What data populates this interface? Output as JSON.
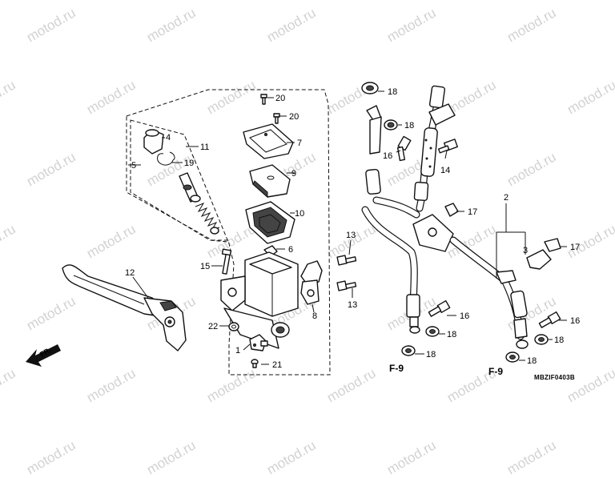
{
  "watermark": "motod.ru",
  "diagram_code": "MBZIF0403B",
  "direction_arrow": "FR.",
  "section_refs": [
    "F-9",
    "F-9"
  ],
  "callouts": {
    "c1": "1",
    "c2": "2",
    "c3": "3",
    "c4": "4",
    "c5": "5",
    "c6": "6",
    "c7": "7",
    "c8": "8",
    "c9": "9",
    "c10": "10",
    "c11": "11",
    "c12": "12",
    "c13a": "13",
    "c13b": "13",
    "c14": "14",
    "c15": "15",
    "c16a": "16",
    "c16b": "16",
    "c16c": "16",
    "c17a": "17",
    "c17b": "17",
    "c18a": "18",
    "c18b": "18",
    "c18c": "18",
    "c18d": "18",
    "c18e": "18",
    "c19": "19",
    "c20a": "20",
    "c20b": "20",
    "c21": "21",
    "c22": "22"
  }
}
